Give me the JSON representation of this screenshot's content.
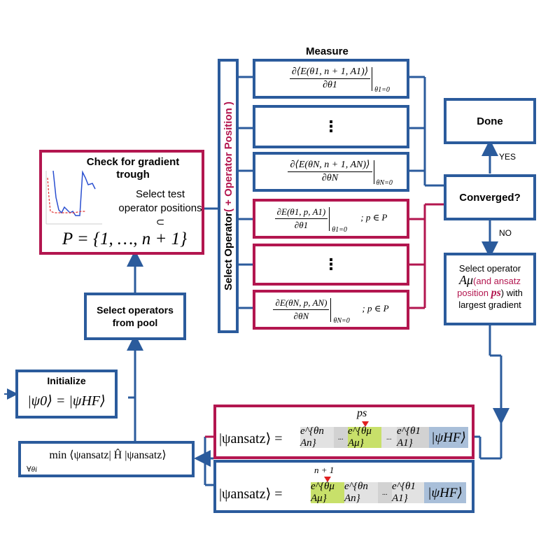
{
  "measure_label": "Measure",
  "select_operator_vertical": {
    "main": "Select Operator",
    "extra": " ( + Operator Position )"
  },
  "gradient_box": {
    "title": "Check for gradient trough",
    "desc": "Select test operator positions ⊂",
    "set": "P = {1, …, n + 1}"
  },
  "select_ops_pool": "Select operators from pool",
  "initialize": {
    "title": "Initialize",
    "formula": "|ψ0⟩ = |ψHF⟩"
  },
  "minimize": {
    "formula": "min ⟨ψansatz| Ĥ |ψansatz⟩",
    "sub": "∀θi"
  },
  "measure_rows": [
    {
      "num": "∂⟨E(θ1, n + 1, A1)⟩",
      "den": "∂θ1",
      "eval": "θ1=0",
      "suffix": ""
    },
    {
      "num": "⋮",
      "den": "",
      "eval": "",
      "suffix": ""
    },
    {
      "num": "∂⟨E(θN, n + 1, AN)⟩",
      "den": "∂θN",
      "eval": "θN=0",
      "suffix": ""
    },
    {
      "num": "∂E(θ1, p, A1)",
      "den": "∂θ1",
      "eval": "θ1=0",
      "suffix": "; p ∈ P"
    },
    {
      "num": "⋮",
      "den": "",
      "eval": "",
      "suffix": ""
    },
    {
      "num": "∂E(θN, p, AN)",
      "den": "∂θN",
      "eval": "θN=0",
      "suffix": "; p ∈ P"
    }
  ],
  "done": "Done",
  "yes": "YES",
  "converged": "Converged?",
  "no": "NO",
  "select_largest": {
    "line1": "Select operator",
    "op": "Aμ",
    "red1": "(and ansatz",
    "red2": "position",
    "ps": "ps",
    "with": ") with",
    "line3": "largest gradient"
  },
  "ansatz_top": {
    "lhs": "|ψansatz⟩ =",
    "marker": "ps",
    "cells": [
      "e^{θn An}",
      "...",
      "e^{θμ Aμ}",
      "...",
      "e^{θ1 A1}",
      "|ψHF⟩"
    ]
  },
  "ansatz_bottom": {
    "lhs": "|ψansatz⟩ =",
    "marker": "n + 1",
    "cells": [
      "e^{θμ Aμ}",
      "e^{θn An}",
      "...",
      "e^{θ1 A1}",
      "|ψHF⟩"
    ]
  },
  "colors": {
    "blue": "#2b5b9c",
    "red": "#b3164f",
    "green": "#c8e06a",
    "light_blue": "#a9bfd9"
  }
}
